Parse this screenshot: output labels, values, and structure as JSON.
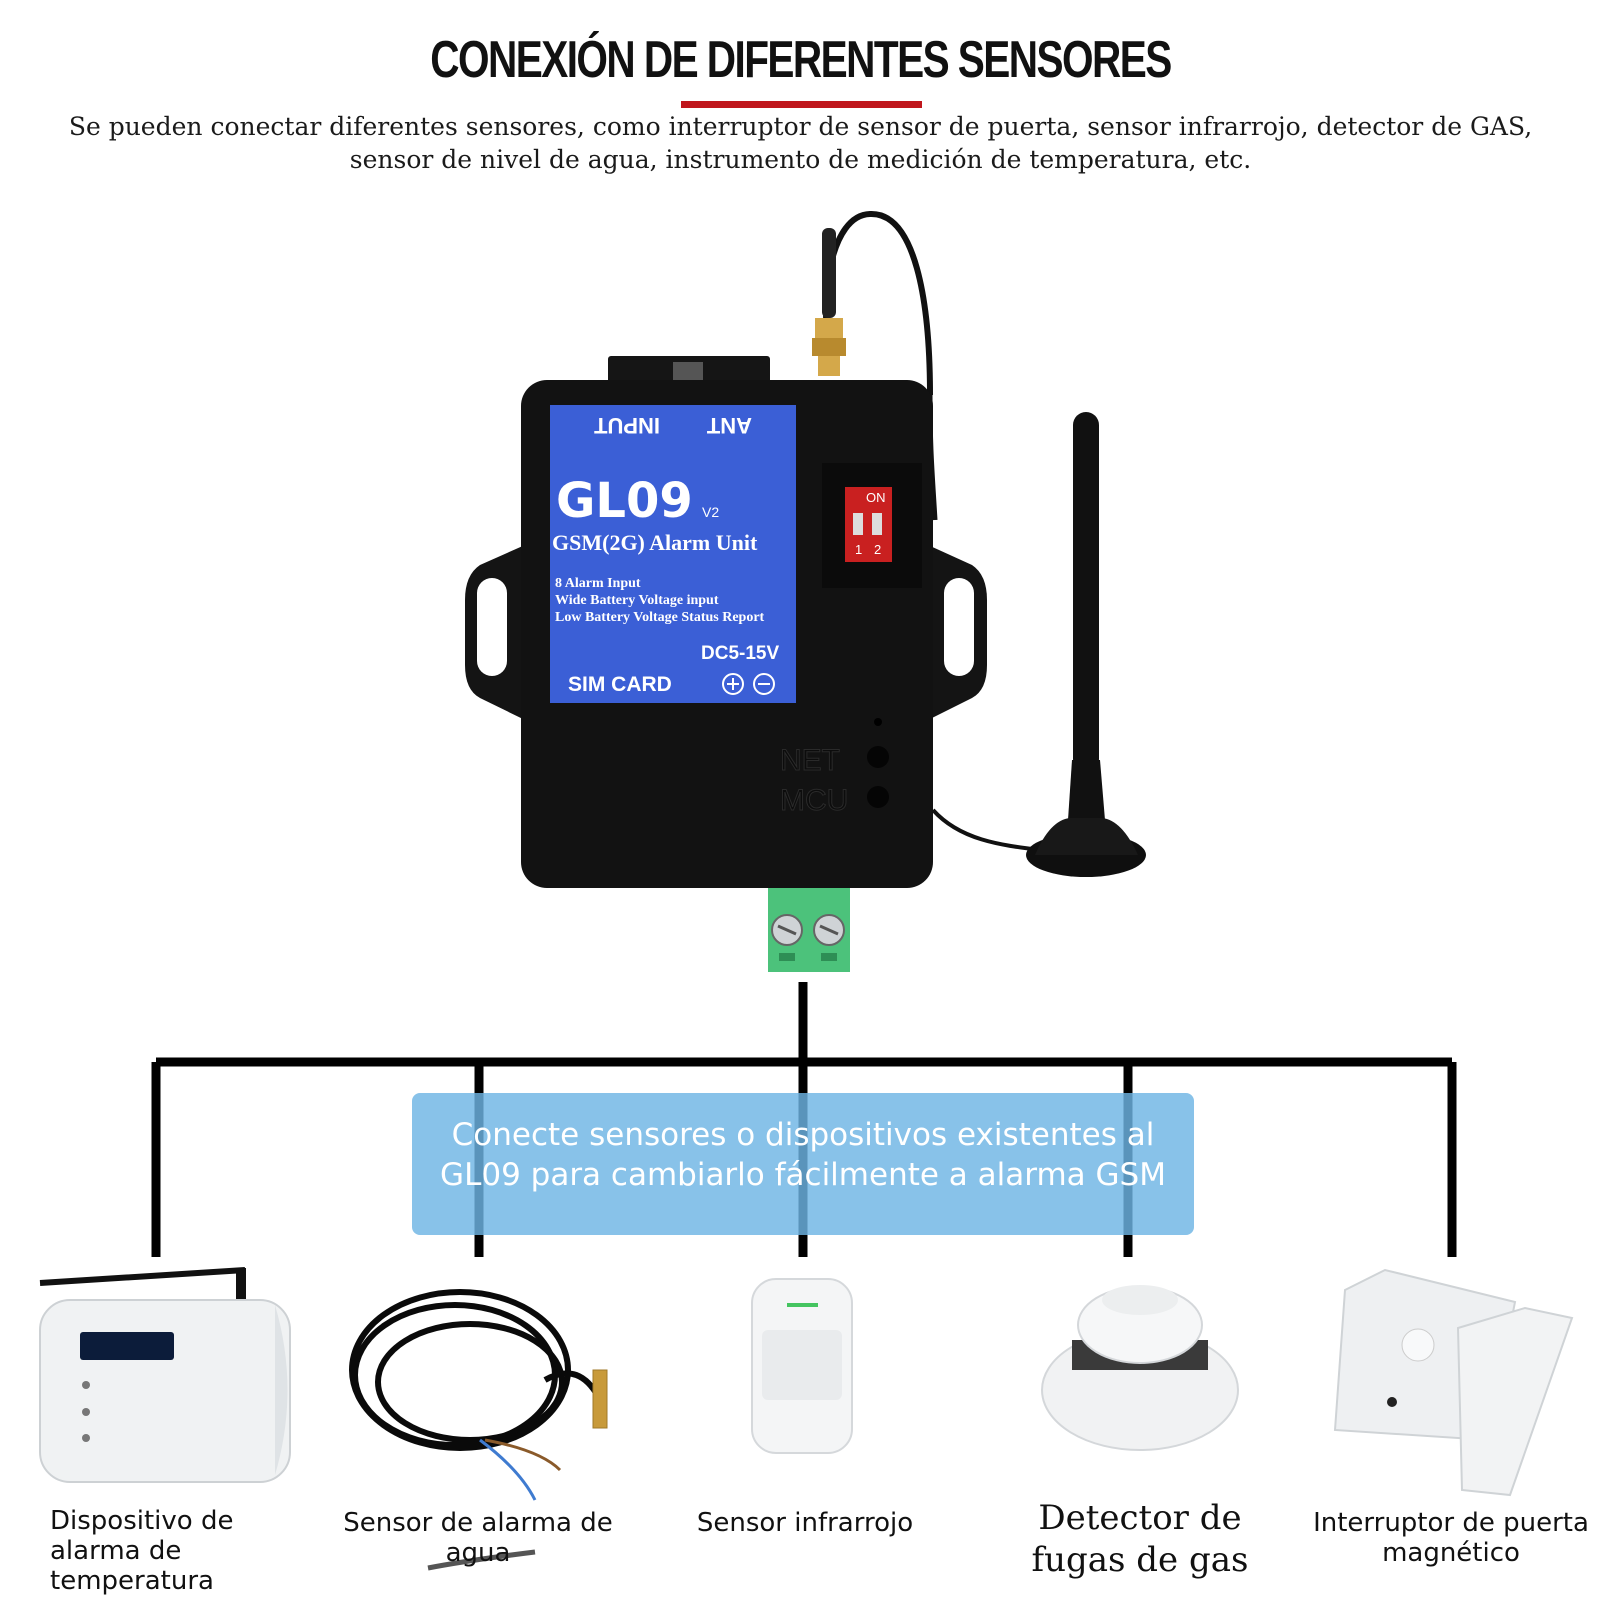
{
  "header": {
    "title": "CONEXIÓN DE DIFERENTES SENSORES",
    "subtitle_line1": "Se pueden conectar diferentes sensores, como interruptor de sensor de puerta, sensor infrarrojo, detector de GAS,",
    "subtitle_line2": "sensor de nivel de agua, instrumento de medición de temperatura, etc."
  },
  "device": {
    "top_labels": [
      "INPUT",
      "ANT"
    ],
    "model": "GL09",
    "version": "V2",
    "name": "GSM(2G) Alarm Unit",
    "features": [
      "8 Alarm Input",
      "Wide Battery Voltage input",
      "Low Battery Voltage Status Report"
    ],
    "power": "DC5-15V",
    "sim": "SIM CARD",
    "dip_on": "ON",
    "dip_1": "1",
    "dip_2": "2",
    "led_net": "NET",
    "led_mcu": "MCU"
  },
  "caption": {
    "line1": "Conecte sensores o dispositivos existentes al",
    "line2": "GL09 para cambiarlo fácilmente a alarma GSM"
  },
  "sensors": [
    {
      "label": "Dispositivo de alarma de temperatura"
    },
    {
      "label": "Sensor de alarma de agua"
    },
    {
      "label": "Sensor infrarrojo"
    },
    {
      "label": "Detector de fugas de gas"
    },
    {
      "label": "Interruptor de puerta magnético"
    }
  ],
  "colors": {
    "accent_red": "#c0161c",
    "label_blue": "#3b5fd6",
    "terminal_green": "#4cc27b",
    "caption_blue": "#6eb4e4"
  }
}
